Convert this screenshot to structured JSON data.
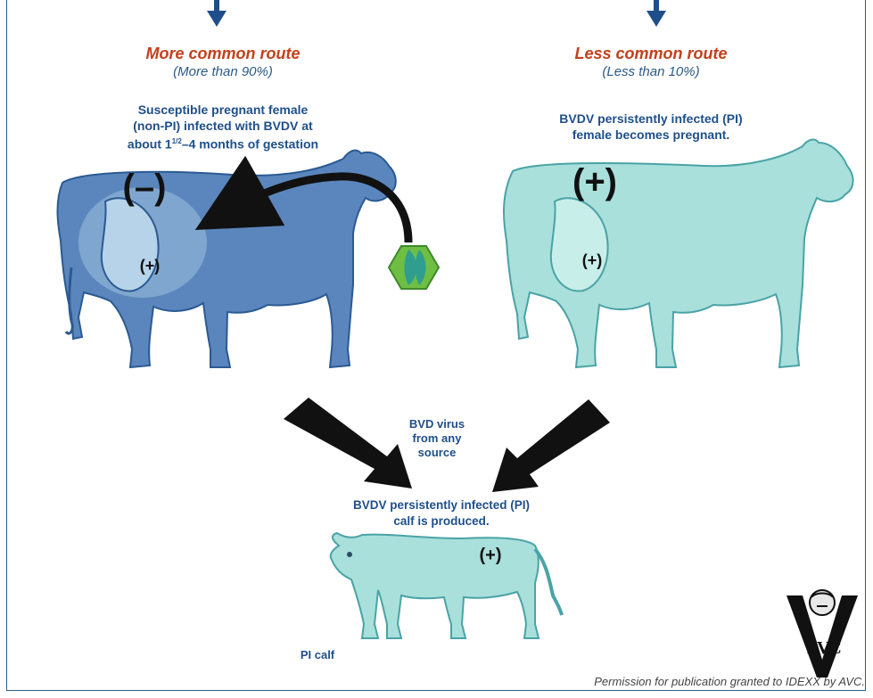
{
  "left_route": {
    "title": "More common route",
    "subtitle": "(More than 90%)",
    "desc_line1": "Susceptible pregnant female",
    "desc_line2": "(non-PI) infected with BVDV at",
    "desc_line3_prefix": "about 1",
    "desc_line3_sup": "1/2",
    "desc_line3_suffix": "–4 months of gestation",
    "mother_sign": "(–)",
    "fetus_sign": "(+)"
  },
  "right_route": {
    "title": "Less common route",
    "subtitle": "(Less than 10%)",
    "desc_line1": "BVDV persistently infected (PI)",
    "desc_line2": "female becomes pregnant.",
    "mother_sign": "(+)",
    "fetus_sign": "(+)"
  },
  "virus_note": {
    "line1": "BVD virus",
    "line2": "from any",
    "line3": "source"
  },
  "result": {
    "line1": "BVDV persistently infected (PI)",
    "line2": "calf is produced.",
    "calf_sign": "(+)",
    "calf_label": "PI calf"
  },
  "logo": {
    "letters": "AVC"
  },
  "credit": "Permission for publication granted to IDEXX by AVC.",
  "colors": {
    "title_red": "#c2401c",
    "text_blue": "#1f4f8a",
    "cow_dark": "#5b86bd",
    "cow_light": "#a9e0db",
    "arrow": "#111111",
    "virus_green": "#6fbe44"
  }
}
